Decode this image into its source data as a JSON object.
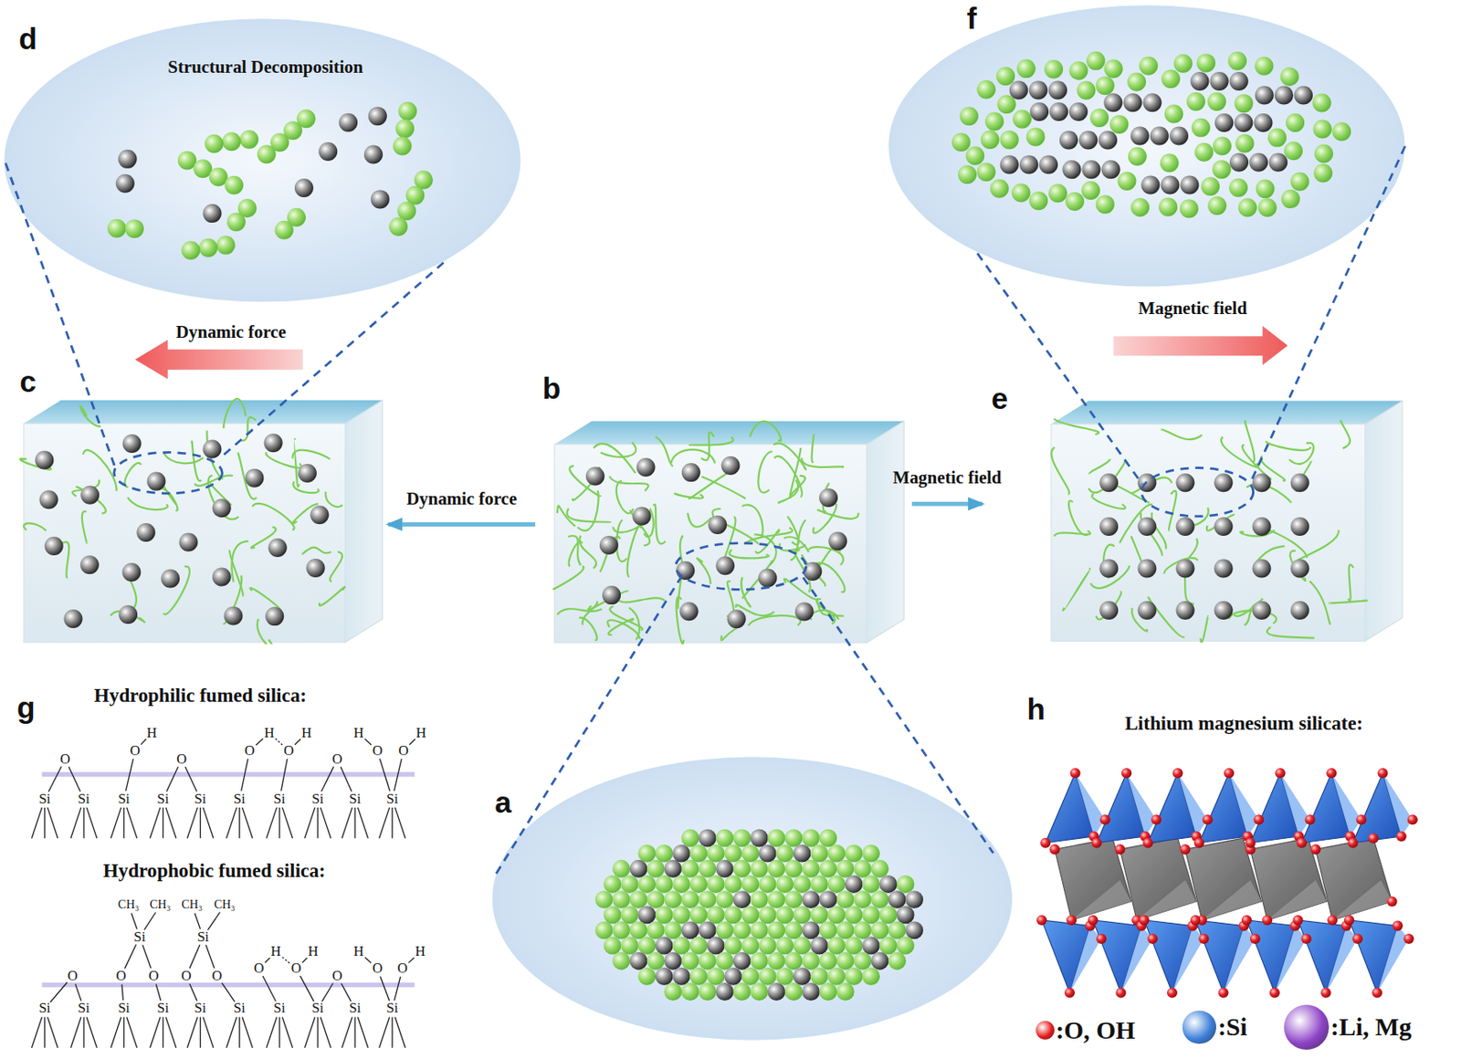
{
  "diagram": {
    "nodes": [
      {
        "text": [
          "d",
          "Structural Decomposition"
        ]
      },
      {
        "text": [
          "f"
        ]
      },
      {
        "text": [
          "c"
        ]
      },
      {
        "text": [
          "b"
        ]
      },
      {
        "text": [
          "e"
        ]
      },
      {
        "text": [
          "a"
        ]
      }
    ],
    "edges": [
      {
        "from": 3,
        "to": 2,
        "arrow": "to",
        "label": "Dynamic force"
      },
      {
        "from": 3,
        "to": 4,
        "arrow": "to",
        "label": "Magnetic field"
      }
    ],
    "labels": [
      "Dynamic force",
      "Magnetic field",
      "g",
      "Hydrophilic fumed silica:",
      "Hydrophobic fumed silica:",
      "h",
      "Lithium magnesium silicate:",
      "O",
      "H",
      "O",
      "O",
      "O",
      "H",
      "O",
      "H",
      "O",
      "H",
      "O",
      "O",
      "H",
      "Si",
      "Si",
      "Si",
      "Si",
      "Si",
      "Si",
      "Si",
      "Si",
      "Si",
      "Si",
      "CH₃",
      "CH₃",
      "CH₃",
      "CH₃",
      "Si",
      "Si",
      "O",
      "O",
      "O",
      "O",
      "O",
      "O",
      "H",
      "O",
      "H",
      "O",
      "H",
      "O",
      "O",
      "H",
      "Si",
      "Si",
      "Si",
      "Si",
      "Si",
      "Si",
      "Si",
      "Si",
      "Si",
      "Si"
    ],
    "legend": [
      {
        "text": ":O, OH",
        "color": "#e31a1c"
      },
      {
        "text": ":Si",
        "color": "#3d7fd9"
      },
      {
        "text": ":Li, Mg",
        "color": "#8e44c7"
      }
    ]
  }
}
